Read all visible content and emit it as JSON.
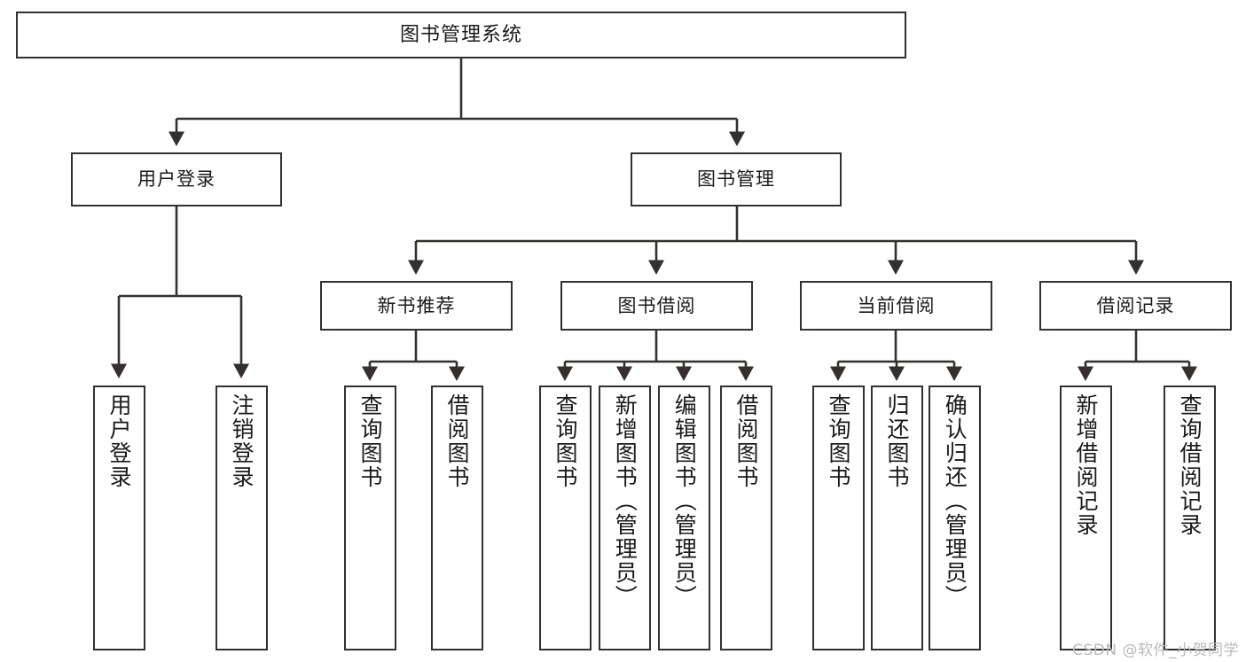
{
  "diagram": {
    "title": "图书管理系统",
    "type": "hierarchy-tree",
    "watermark": "CSDN @软件_小贺同学",
    "colors": {
      "stroke": "#33302f",
      "fill": "#ffffff",
      "text": "#1a1a1a",
      "watermark": "#b9b9b9"
    },
    "nodes": {
      "root": {
        "label": "图书管理系统"
      },
      "level1": [
        {
          "id": "user-login",
          "label": "用户登录"
        },
        {
          "id": "book-manage",
          "label": "图书管理"
        }
      ],
      "level2": [
        {
          "id": "new-book-rec",
          "label": "新书推荐"
        },
        {
          "id": "book-borrow",
          "label": "图书借阅"
        },
        {
          "id": "current-borrow",
          "label": "当前借阅"
        },
        {
          "id": "borrow-record",
          "label": "借阅记录"
        }
      ],
      "leaves": {
        "user_login": [
          {
            "id": "leaf-user-login",
            "label": "用户登录"
          },
          {
            "id": "leaf-logout-login",
            "label": "注销登录"
          }
        ],
        "new_book_rec": [
          {
            "id": "leaf-query-book-1",
            "label": "查询图书"
          },
          {
            "id": "leaf-borrow-book-1",
            "label": "借阅图书"
          }
        ],
        "book_borrow": [
          {
            "id": "leaf-query-book-2",
            "label": "查询图书"
          },
          {
            "id": "leaf-add-book",
            "label": "新增图书（管理员）"
          },
          {
            "id": "leaf-edit-book",
            "label": "编辑图书（管理员）"
          },
          {
            "id": "leaf-borrow-book-2",
            "label": "借阅图书"
          }
        ],
        "current_borrow": [
          {
            "id": "leaf-query-book-3",
            "label": "查询图书"
          },
          {
            "id": "leaf-return-book",
            "label": "归还图书"
          },
          {
            "id": "leaf-confirm-return",
            "label": "确认归还（管理员）"
          }
        ],
        "borrow_record": [
          {
            "id": "leaf-add-record",
            "label": "新增借阅记录"
          },
          {
            "id": "leaf-query-record",
            "label": "查询借阅记录"
          }
        ]
      }
    }
  }
}
